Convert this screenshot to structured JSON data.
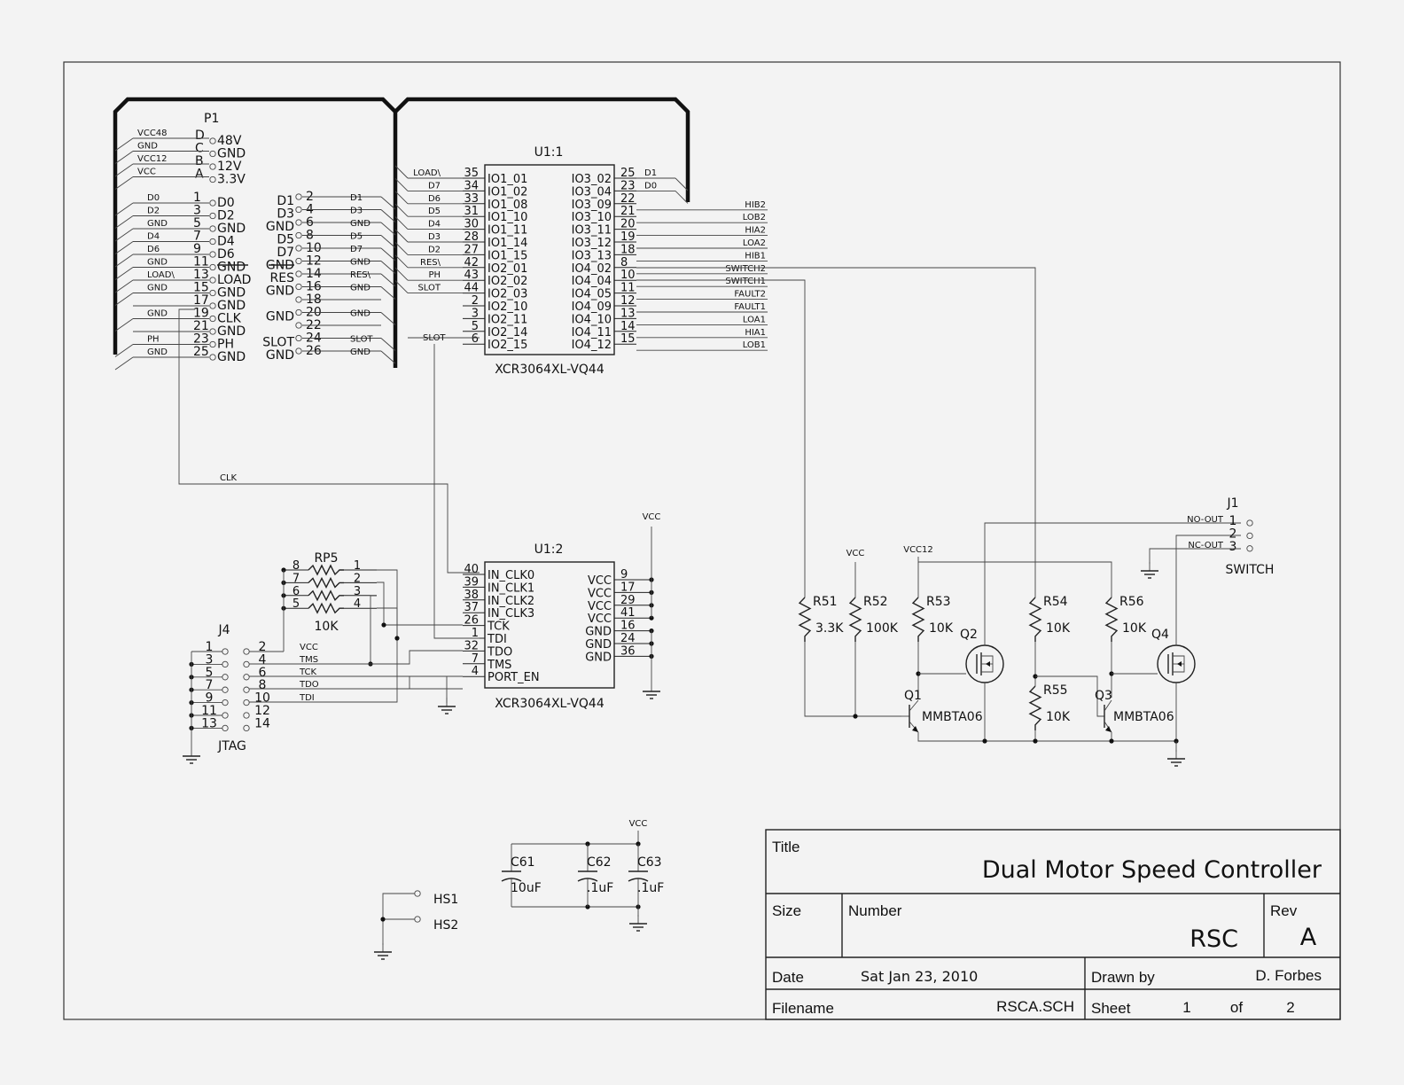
{
  "p1": {
    "ref": "P1",
    "power_pins": [
      {
        "pin": "D",
        "label": "48V",
        "net": "VCC48"
      },
      {
        "pin": "C",
        "label": "GND",
        "net": "GND"
      },
      {
        "pin": "B",
        "label": "12V",
        "net": "VCC12"
      },
      {
        "pin": "A",
        "label": "3.3V",
        "net": "VCC"
      }
    ],
    "left_pins": [
      {
        "pin": "1",
        "label": "D0",
        "net": "D0"
      },
      {
        "pin": "3",
        "label": "D2",
        "net": "D2"
      },
      {
        "pin": "5",
        "label": "GND",
        "net": "GND"
      },
      {
        "pin": "7",
        "label": "D4",
        "net": "D4"
      },
      {
        "pin": "9",
        "label": "D6",
        "net": "D6"
      },
      {
        "pin": "11",
        "label": "GND",
        "net": "GND"
      },
      {
        "pin": "13",
        "label": "LOAD",
        "net": "LOAD\\"
      },
      {
        "pin": "15",
        "label": "GND",
        "net": "GND"
      },
      {
        "pin": "17",
        "label": "GND",
        "net": ""
      },
      {
        "pin": "19",
        "label": "CLK",
        "net": "GND"
      },
      {
        "pin": "21",
        "label": "GND",
        "net": ""
      },
      {
        "pin": "23",
        "label": "PH",
        "net": "PH"
      },
      {
        "pin": "25",
        "label": "GND",
        "net": "GND"
      }
    ],
    "right_pins": [
      {
        "pin": "2",
        "label": "D1",
        "net": "D1"
      },
      {
        "pin": "4",
        "label": "D3",
        "net": "D3"
      },
      {
        "pin": "6",
        "label": "GND",
        "net": "GND"
      },
      {
        "pin": "8",
        "label": "D5",
        "net": "D5"
      },
      {
        "pin": "10",
        "label": "D7",
        "net": "D7"
      },
      {
        "pin": "12",
        "label": "GND",
        "net": "GND"
      },
      {
        "pin": "14",
        "label": "RES",
        "net": "RES\\"
      },
      {
        "pin": "16",
        "label": "GND",
        "net": "GND"
      },
      {
        "pin": "18",
        "label": "",
        "net": ""
      },
      {
        "pin": "20",
        "label": "GND",
        "net": "GND"
      },
      {
        "pin": "22",
        "label": "",
        "net": ""
      },
      {
        "pin": "24",
        "label": "SLOT",
        "net": "SLOT"
      },
      {
        "pin": "26",
        "label": "GND",
        "net": "GND"
      }
    ]
  },
  "u1_1": {
    "ref": "U1:1",
    "part": "XCR3064XL-VQ44",
    "left": [
      {
        "pin": "35",
        "name": "IO1_01",
        "net": "LOAD\\"
      },
      {
        "pin": "34",
        "name": "IO1_02",
        "net": "D7"
      },
      {
        "pin": "33",
        "name": "IO1_08",
        "net": "D6"
      },
      {
        "pin": "31",
        "name": "IO1_10",
        "net": "D5"
      },
      {
        "pin": "30",
        "name": "IO1_11",
        "net": "D4"
      },
      {
        "pin": "28",
        "name": "IO1_14",
        "net": "D3"
      },
      {
        "pin": "27",
        "name": "IO1_15",
        "net": "D2"
      },
      {
        "pin": "42",
        "name": "IO2_01",
        "net": "RES\\"
      },
      {
        "pin": "43",
        "name": "IO2_02",
        "net": "PH"
      },
      {
        "pin": "44",
        "name": "IO2_03",
        "net": "SLOT"
      },
      {
        "pin": "2",
        "name": "IO2_10",
        "net": ""
      },
      {
        "pin": "3",
        "name": "IO2_11",
        "net": ""
      },
      {
        "pin": "5",
        "name": "IO2_14",
        "net": ""
      },
      {
        "pin": "6",
        "name": "IO2_15",
        "net": ""
      }
    ],
    "right": [
      {
        "pin": "25",
        "name": "IO3_02",
        "net": "D1"
      },
      {
        "pin": "23",
        "name": "IO3_04",
        "net": "D0"
      },
      {
        "pin": "22",
        "name": "IO3_09",
        "net": "HIB2"
      },
      {
        "pin": "21",
        "name": "IO3_10",
        "net": "LOB2"
      },
      {
        "pin": "20",
        "name": "IO3_11",
        "net": "HIA2"
      },
      {
        "pin": "19",
        "name": "IO3_12",
        "net": "LOA2"
      },
      {
        "pin": "18",
        "name": "IO3_13",
        "net": "HIB1"
      },
      {
        "pin": "8",
        "name": "IO4_02",
        "net": "SWITCH2"
      },
      {
        "pin": "10",
        "name": "IO4_04",
        "net": "SWITCH1"
      },
      {
        "pin": "11",
        "name": "IO4_05",
        "net": "FAULT2"
      },
      {
        "pin": "12",
        "name": "IO4_09",
        "net": "FAULT1"
      },
      {
        "pin": "13",
        "name": "IO4_10",
        "net": "LOA1"
      },
      {
        "pin": "14",
        "name": "IO4_11",
        "net": "HIA1"
      },
      {
        "pin": "15",
        "name": "IO4_12",
        "net": "LOB1"
      }
    ]
  },
  "u1_2": {
    "ref": "U1:2",
    "part": "XCR3064XL-VQ44",
    "left": [
      {
        "pin": "40",
        "name": "IN_CLK0"
      },
      {
        "pin": "39",
        "name": "IN_CLK1"
      },
      {
        "pin": "38",
        "name": "IN_CLK2"
      },
      {
        "pin": "37",
        "name": "IN_CLK3"
      },
      {
        "pin": "26",
        "name": "TCK"
      },
      {
        "pin": "1",
        "name": "TDI"
      },
      {
        "pin": "32",
        "name": "TDO"
      },
      {
        "pin": "7",
        "name": "TMS"
      },
      {
        "pin": "4",
        "name": "PORT_EN"
      }
    ],
    "right": [
      {
        "pin": "9",
        "name": "VCC"
      },
      {
        "pin": "17",
        "name": "VCC"
      },
      {
        "pin": "29",
        "name": "VCC"
      },
      {
        "pin": "41",
        "name": "VCC"
      },
      {
        "pin": "16",
        "name": "GND"
      },
      {
        "pin": "24",
        "name": "GND"
      },
      {
        "pin": "36",
        "name": "GND"
      }
    ],
    "vcc_label": "VCC"
  },
  "rp5": {
    "ref": "RP5",
    "value": "10K",
    "left_pins": [
      "8",
      "7",
      "6",
      "5"
    ],
    "right_pins": [
      "1",
      "2",
      "3",
      "4"
    ]
  },
  "j4": {
    "ref": "J4",
    "name": "JTAG",
    "odd": [
      "1",
      "3",
      "5",
      "7",
      "9",
      "11",
      "13"
    ],
    "even": [
      "2",
      "4",
      "6",
      "8",
      "10",
      "12",
      "14"
    ],
    "nets": [
      "VCC",
      "TMS",
      "TCK",
      "TDO",
      "TDI"
    ]
  },
  "nets": {
    "clk": "CLK",
    "slot": "SLOT",
    "vcc": "VCC",
    "vcc12": "VCC12"
  },
  "resistors": [
    {
      "ref": "R51",
      "value": "3.3K"
    },
    {
      "ref": "R52",
      "value": "100K"
    },
    {
      "ref": "R53",
      "value": "10K"
    },
    {
      "ref": "R54",
      "value": "10K"
    },
    {
      "ref": "R55",
      "value": "10K"
    },
    {
      "ref": "R56",
      "value": "10K"
    }
  ],
  "transistors": [
    {
      "ref": "Q1",
      "part": "MMBTA06"
    },
    {
      "ref": "Q2",
      "part": ""
    },
    {
      "ref": "Q3",
      "part": "MMBTA06"
    },
    {
      "ref": "Q4",
      "part": ""
    }
  ],
  "j1": {
    "ref": "J1",
    "name": "SWITCH",
    "pins": [
      {
        "pin": "1",
        "net": "NO-OUT"
      },
      {
        "pin": "2",
        "net": ""
      },
      {
        "pin": "3",
        "net": "NC-OUT"
      }
    ]
  },
  "capacitors": [
    {
      "ref": "C61",
      "value": "10uF"
    },
    {
      "ref": "C62",
      "value": ".1uF"
    },
    {
      "ref": "C63",
      "value": ".1uF"
    }
  ],
  "cap_vcc": "VCC",
  "heatsinks": [
    "HS1",
    "HS2"
  ],
  "title_block": {
    "title_label": "Title",
    "title": "Dual Motor Speed Controller",
    "size_label": "Size",
    "number_label": "Number",
    "number": "RSC",
    "rev_label": "Rev",
    "rev": "A",
    "date_label": "Date",
    "date": "Sat Jan 23, 2010",
    "drawn_label": "Drawn by",
    "drawn": "D. Forbes",
    "filename_label": "Filename",
    "filename": "RSCA.SCH",
    "sheet_label": "Sheet",
    "sheet": "1",
    "of_label": "of",
    "sheets": "2"
  }
}
